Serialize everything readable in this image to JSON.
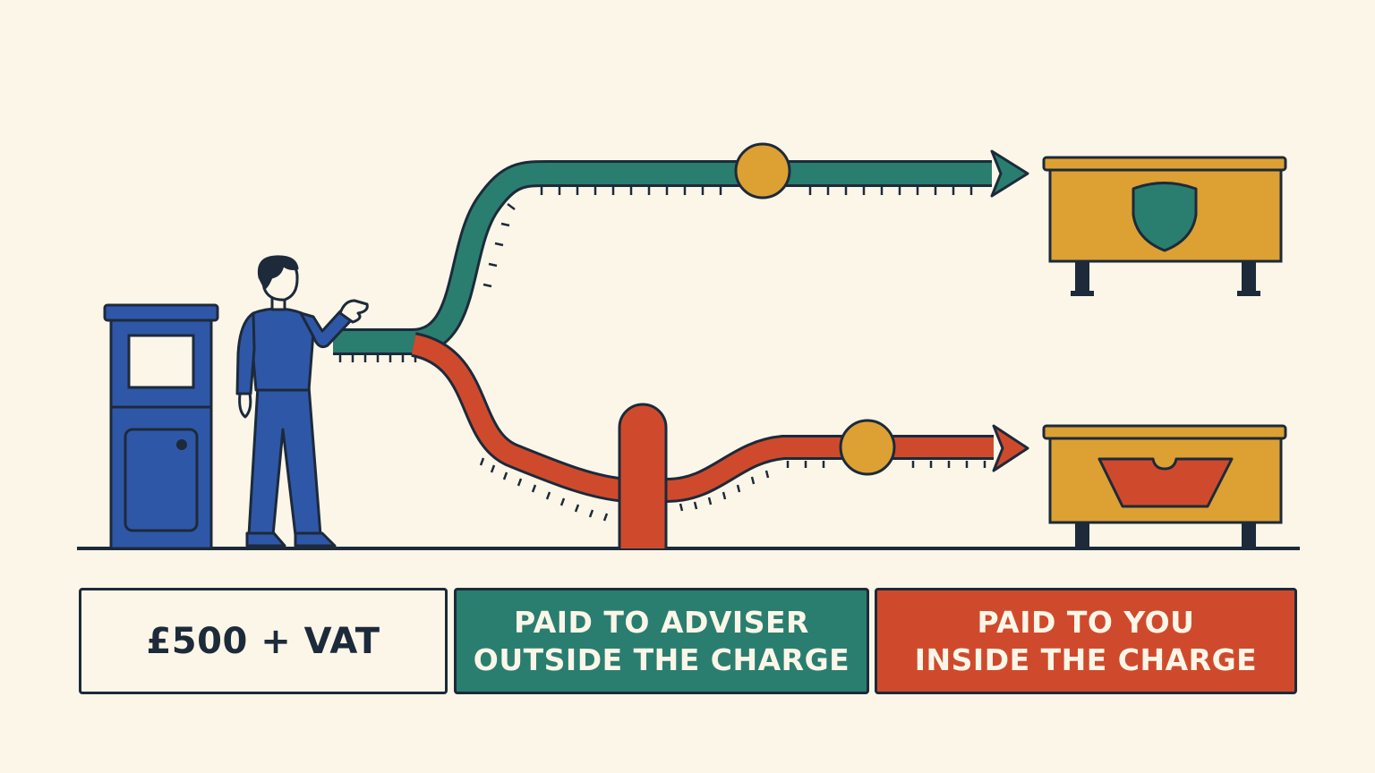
{
  "colors": {
    "background": "#fcf6e8",
    "outline": "#1c2a3a",
    "blue": "#2f57a8",
    "teal": "#2a7e6f",
    "red": "#cf4a2c",
    "gold": "#dca033"
  },
  "labels": {
    "fee": {
      "text": "£500 + VAT",
      "color": "#fcf6e8"
    },
    "adviser": {
      "line1": "PAID TO ADVISER",
      "line2": "OUTSIDE THE CHARGE",
      "color": "#2a7e6f"
    },
    "you": {
      "line1": "PAID TO YOU",
      "line2": "INSIDE THE CHARGE",
      "color": "#cf4a2c"
    }
  },
  "icons": {
    "kiosk": "pension-kiosk-icon",
    "person": "person-icon",
    "top_chest": "shield-chest-icon",
    "bottom_chest": "basket-chest-icon",
    "barrier": "barrier-post-icon"
  }
}
